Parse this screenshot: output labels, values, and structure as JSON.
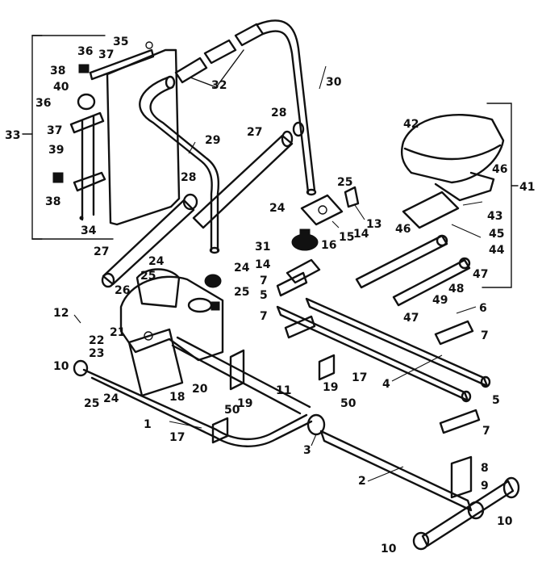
{
  "callouts": [
    {
      "id": "c1",
      "text": "1"
    },
    {
      "id": "c2",
      "text": "2"
    },
    {
      "id": "c3",
      "text": "3"
    },
    {
      "id": "c4",
      "text": "4"
    },
    {
      "id": "c5a",
      "text": "5"
    },
    {
      "id": "c5b",
      "text": "5"
    },
    {
      "id": "c6",
      "text": "6"
    },
    {
      "id": "c7a",
      "text": "7"
    },
    {
      "id": "c7b",
      "text": "7"
    },
    {
      "id": "c7c",
      "text": "7"
    },
    {
      "id": "c7d",
      "text": "7"
    },
    {
      "id": "c8",
      "text": "8"
    },
    {
      "id": "c9",
      "text": "9"
    },
    {
      "id": "c10a",
      "text": "10"
    },
    {
      "id": "c10b",
      "text": "10"
    },
    {
      "id": "c10c",
      "text": "10"
    },
    {
      "id": "c11",
      "text": "11"
    },
    {
      "id": "c12",
      "text": "12"
    },
    {
      "id": "c13",
      "text": "13"
    },
    {
      "id": "c14a",
      "text": "14"
    },
    {
      "id": "c14b",
      "text": "14"
    },
    {
      "id": "c15",
      "text": "15"
    },
    {
      "id": "c16",
      "text": "16"
    },
    {
      "id": "c17a",
      "text": "17"
    },
    {
      "id": "c17b",
      "text": "17"
    },
    {
      "id": "c18",
      "text": "18"
    },
    {
      "id": "c19a",
      "text": "19"
    },
    {
      "id": "c19b",
      "text": "19"
    },
    {
      "id": "c20",
      "text": "20"
    },
    {
      "id": "c21",
      "text": "21"
    },
    {
      "id": "c22",
      "text": "22"
    },
    {
      "id": "c23",
      "text": "23"
    },
    {
      "id": "c24a",
      "text": "24"
    },
    {
      "id": "c24b",
      "text": "24"
    },
    {
      "id": "c24c",
      "text": "24"
    },
    {
      "id": "c24d",
      "text": "24"
    },
    {
      "id": "c25a",
      "text": "25"
    },
    {
      "id": "c25b",
      "text": "25"
    },
    {
      "id": "c25c",
      "text": "25"
    },
    {
      "id": "c25d",
      "text": "25"
    },
    {
      "id": "c26",
      "text": "26"
    },
    {
      "id": "c27a",
      "text": "27"
    },
    {
      "id": "c27b",
      "text": "27"
    },
    {
      "id": "c28a",
      "text": "28"
    },
    {
      "id": "c28b",
      "text": "28"
    },
    {
      "id": "c29",
      "text": "29"
    },
    {
      "id": "c30",
      "text": "30"
    },
    {
      "id": "c31",
      "text": "31"
    },
    {
      "id": "c32",
      "text": "32"
    },
    {
      "id": "c33",
      "text": "33"
    },
    {
      "id": "c34",
      "text": "34"
    },
    {
      "id": "c35",
      "text": "35"
    },
    {
      "id": "c36a",
      "text": "36"
    },
    {
      "id": "c36b",
      "text": "36"
    },
    {
      "id": "c37a",
      "text": "37"
    },
    {
      "id": "c37b",
      "text": "37"
    },
    {
      "id": "c38a",
      "text": "38"
    },
    {
      "id": "c38b",
      "text": "38"
    },
    {
      "id": "c39",
      "text": "39"
    },
    {
      "id": "c40",
      "text": "40"
    },
    {
      "id": "c41",
      "text": "41"
    },
    {
      "id": "c42",
      "text": "42"
    },
    {
      "id": "c43",
      "text": "43"
    },
    {
      "id": "c44",
      "text": "44"
    },
    {
      "id": "c45",
      "text": "45"
    },
    {
      "id": "c46a",
      "text": "46"
    },
    {
      "id": "c46b",
      "text": "46"
    },
    {
      "id": "c47a",
      "text": "47"
    },
    {
      "id": "c47b",
      "text": "47"
    },
    {
      "id": "c48",
      "text": "48"
    },
    {
      "id": "c49",
      "text": "49"
    },
    {
      "id": "c50a",
      "text": "50"
    },
    {
      "id": "c50b",
      "text": "50"
    }
  ]
}
